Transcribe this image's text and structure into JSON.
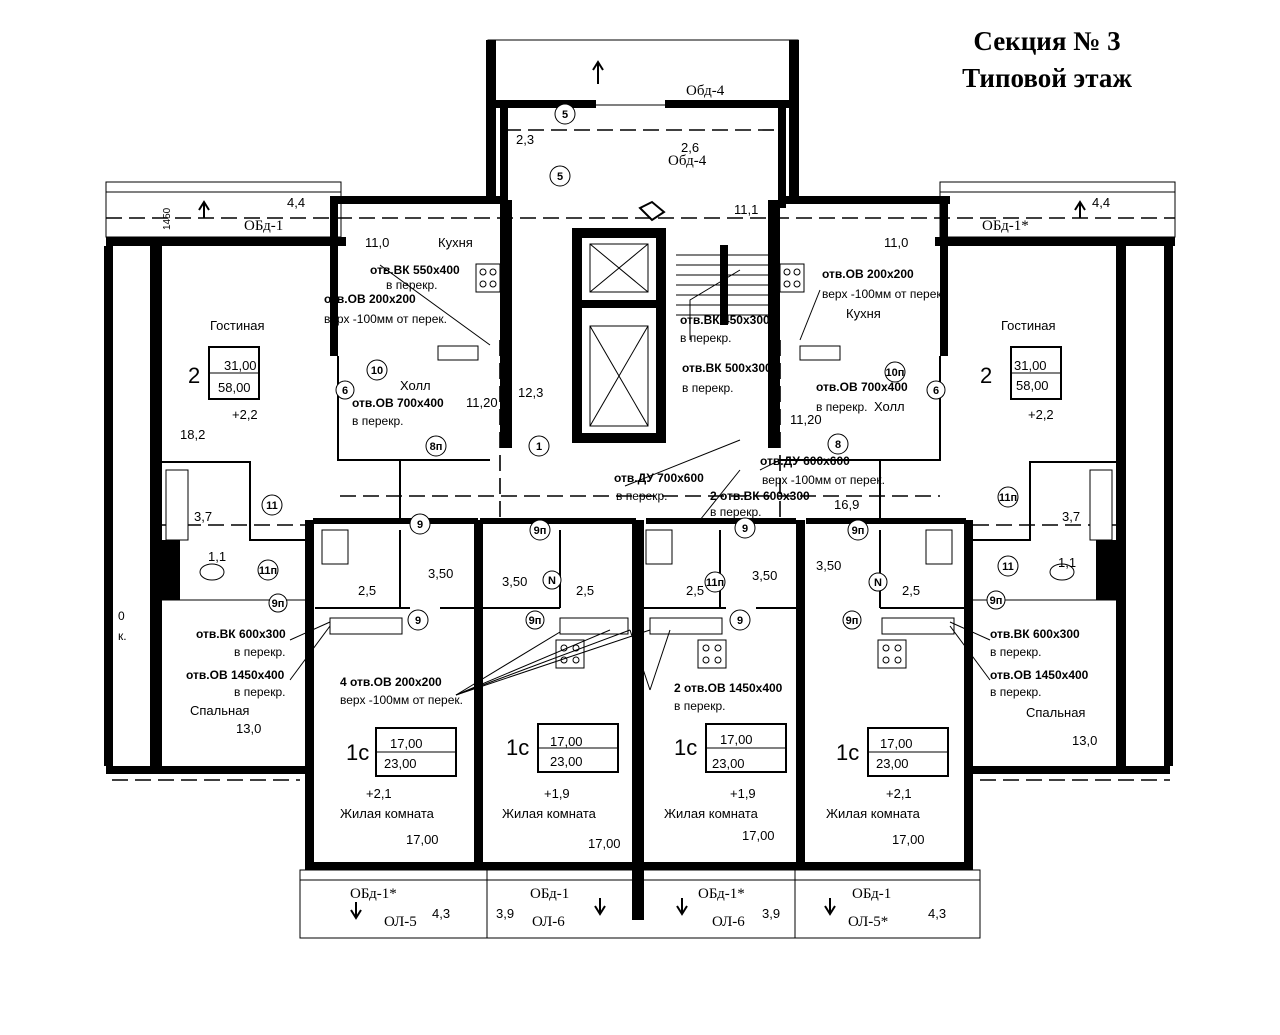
{
  "header": {
    "title": "Секция № 3",
    "subtitle": "Типовой этаж"
  },
  "rooms": {
    "living_left": "Гостиная",
    "living_right": "Гостиная",
    "kitchen_left": "Кухня",
    "kitchen_right": "Кухня",
    "hall_left": "Холл",
    "hall_right": "Холл",
    "bedroom_left": "Спальная",
    "bedroom_right": "Спальная",
    "room_1": "Жилая комната",
    "room_2": "Жилая комната",
    "room_3": "Жилая комната",
    "room_4": "Жилая комната"
  },
  "apartments": [
    {
      "type": "2",
      "living": "31,00",
      "total": "58,00",
      "level": "+2,2"
    },
    {
      "type": "2",
      "living": "31,00",
      "total": "58,00",
      "level": "+2,2"
    },
    {
      "type": "1с",
      "living": "17,00",
      "total": "23,00",
      "level": "+2,1"
    },
    {
      "type": "1с",
      "living": "17,00",
      "total": "23,00",
      "level": "+1,9"
    },
    {
      "type": "1с",
      "living": "17,00",
      "total": "23,00",
      "level": "+1,9"
    },
    {
      "type": "1с",
      "living": "17,00",
      "total": "23,00",
      "level": "+2,1"
    }
  ],
  "areas": {
    "a_4_4_l": "4,4",
    "a_4_4_r": "4,4",
    "a_11_0_l": "11,0",
    "a_11_0_r": "11,0",
    "a_2_3": "2,3",
    "a_2_6": "2,6",
    "a_11_1": "11,1",
    "a_12_3": "12,3",
    "a_11_20_l": "11,20",
    "a_11_20_r": "11,20",
    "a_18_2": "18,2",
    "a_16_9": "16,9",
    "a_3_7_l": "3,7",
    "a_3_7_r": "3,7",
    "a_1_1_l": "1,1",
    "a_1_1_r": "1,1",
    "a_3_50_1": "3,50",
    "a_3_50_2": "3,50",
    "a_3_50_3": "3,50",
    "a_3_50_4": "3,50",
    "a_2_5_1": "2,5",
    "a_2_5_2": "2,5",
    "a_2_5_3": "2,5",
    "a_2_5_4": "2,5",
    "a_13_0_l": "13,0",
    "a_13_0_r": "13,0",
    "a_17_00_1": "17,00",
    "a_17_00_2": "17,00",
    "a_17_00_3": "17,00",
    "a_17_00_4": "17,00",
    "a_4_3_l": "4,3",
    "a_3_9_l": "3,9",
    "a_3_9_r": "3,9",
    "a_4_3_r": "4,3",
    "dim_1450": "1450"
  },
  "balconies": {
    "obd4_top": "Обд-4",
    "obd4_mid": "Обд-4",
    "obd1_left": "ОБд-1",
    "obd1_right": "ОБд-1*",
    "b1": "ОБд-1*",
    "b2": "ОБд-1",
    "b3": "ОБд-1*",
    "b4": "ОБд-1",
    "ol1": "ОЛ-5",
    "ol2": "ОЛ-6",
    "ol3": "ОЛ-6",
    "ol4": "ОЛ-5*"
  },
  "openings": {
    "vk550_1": "отв.ВК 550х400",
    "vk550_2": "в перекр.",
    "ov200_l1": "отв.ОВ 200х200",
    "ov200_l2": "верх -100мм от перек.",
    "ov700_l1": "отв.ОВ 700х400",
    "ov700_l2": "в перекр.",
    "ov200_r1": "отв.ОВ 200х200",
    "ov200_r2": "верх -100мм от перек.",
    "vk450_1": "отв.ВК 450х300",
    "vk450_2": "в перекр.",
    "vk500_1": "отв.ВК 500х300",
    "vk500_2": "в перекр.",
    "ov700_r1": "отв.ОВ 700х400",
    "ov700_r2": "в перекр.",
    "du700_1": "отв.ДУ 700х600",
    "du700_2": "в перекр.",
    "du600_1": "отв.ДУ 600х600",
    "du600_2": "верх -100мм от перек.",
    "vk2_1": "2 отв.ВК 600х300",
    "vk2_2": "в перекр.",
    "vk600_l1": "отв.ВК 600х300",
    "vk600_l2": "в перекр.",
    "ov1450_l1": "отв.ОВ 1450х400",
    "ov1450_l2": "в перекр.",
    "ov4_1": "4 отв.ОВ 200х200",
    "ov4_2": "верх -100мм от перек.",
    "ov2_1": "2 отв.ОВ 1450х400",
    "ov2_2": "в перекр.",
    "vk600_r1": "отв.ВК 600х300",
    "vk600_r2": "в перекр.",
    "ov1450_r1": "отв.ОВ 1450х400",
    "ov1450_r2": "в перекр.",
    "cut_1": "0",
    "cut_2": "к."
  },
  "markers": {
    "m5a": "5",
    "m5b": "5",
    "m10": "10",
    "m10r": "10п",
    "m6l": "6",
    "m6r": "6",
    "m8l": "8п",
    "m8r": "8",
    "m1": "1",
    "m11l": "11",
    "m11r": "11п",
    "m11ll": "11п",
    "m11rr": "11",
    "m9a": "9",
    "m9b": "9п",
    "m9c": "9",
    "m9d": "9п",
    "m9e": "9",
    "m9f": "9п",
    "m9g": "9п",
    "m9h": "9п",
    "n1": "N",
    "n2": "N",
    "m11m": "11п",
    "m9i": "9",
    "m9j": "9п"
  }
}
